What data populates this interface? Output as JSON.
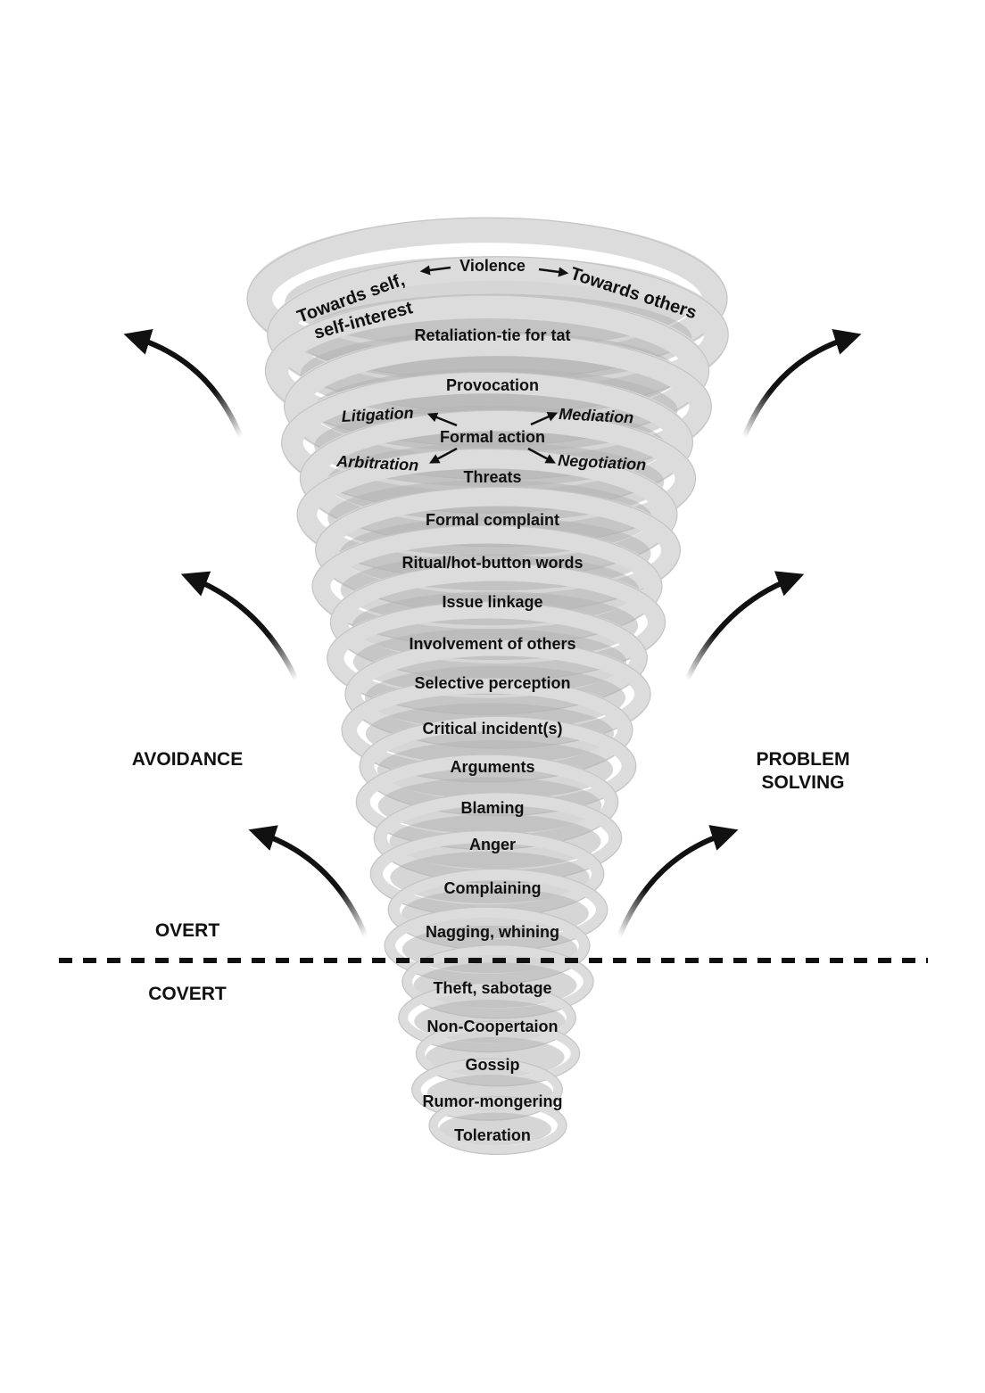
{
  "colors": {
    "ring_fill": "#dcdcdc",
    "ring_edge": "#c4c4c4",
    "ring_inner_shadow": "#b5b5b5",
    "arrow": "#111111",
    "text": "#111111"
  },
  "top": {
    "violence": "Violence",
    "towards_self_line1": "Towards self,",
    "towards_self_line2": "self-interest",
    "towards_others": "Towards others"
  },
  "formal": {
    "center": "Formal action",
    "litigation": "Litigation",
    "mediation": "Mediation",
    "arbitration": "Arbitration",
    "negotiation": "Negotiation"
  },
  "stages": [
    "Retaliation-tie for tat",
    "Provocation",
    "Threats",
    "Formal complaint",
    "Ritual/hot-button words",
    "Issue linkage",
    "Involvement of others",
    "Selective perception",
    "Critical incident(s)",
    "Arguments",
    "Blaming",
    "Anger",
    "Complaining",
    "Nagging, whining",
    "Theft, sabotage",
    "Non-Coopertaion",
    "Gossip",
    "Rumor-mongering",
    "Toleration"
  ],
  "sides": {
    "avoidance": "AVOIDANCE",
    "problem_line1": "PROBLEM",
    "problem_line2": "SOLVING",
    "overt": "OVERT",
    "covert": "COVERT"
  }
}
